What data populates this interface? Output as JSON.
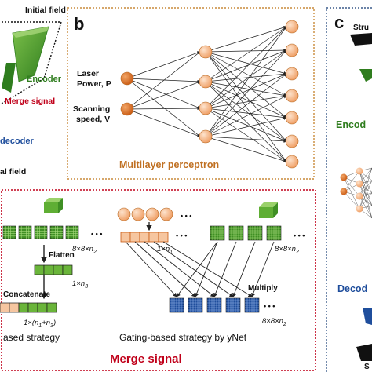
{
  "panel_a": {
    "initial_field": "Initial field",
    "encoder": "Encoder",
    "merge_signal": "Merge signal",
    "decoder": "decoder",
    "final_field": "al field"
  },
  "panel_b": {
    "letter": "b",
    "input_1_line1": "Laser",
    "input_1_line2": "Power, P",
    "input_2_line1": "Scanning",
    "input_2_line2": "speed, V",
    "caption": "Multilayer perceptron"
  },
  "panel_c": {
    "letter": "c",
    "stru": "Stru",
    "encod": "Encod",
    "decod": "Decod",
    "s": "S"
  },
  "merge_panel": {
    "dim_left_grid": "8×8×n",
    "dim_left_grid_sub": "2",
    "flatten": "Flatten",
    "dim_n3": "1×n",
    "dim_n3_sub": "3",
    "concatenate": "Concatenate",
    "dim_concat": "1×(n",
    "dim_concat_mid": "+n",
    "dim_concat_end": ")",
    "dim_concat_sub1": "1",
    "dim_concat_sub2": "3",
    "left_strategy": "ased strategy",
    "dim_n1": "1×n",
    "dim_n1_sub": "1",
    "dim_right_grid": "8×8×n",
    "dim_right_grid_sub": "2",
    "multiply": "Multiply",
    "dim_out": "8×8×n",
    "dim_out_sub": "2",
    "right_strategy": "Gating-based strategy by yNet",
    "title": "Merge signal",
    "ellipsis": "• • •"
  },
  "colors": {
    "green_dark": "#2f7d1e",
    "green_light": "#6ab53a",
    "orange_node": "#e8722a",
    "peach_node": "#f6c6a0",
    "red_title": "#c0001a",
    "blue_label": "#1f4e9c",
    "panel_border_blue": "#3a5a8a",
    "panel_border_red": "#c0001a",
    "panel_border_orange": "#c98a3a"
  }
}
